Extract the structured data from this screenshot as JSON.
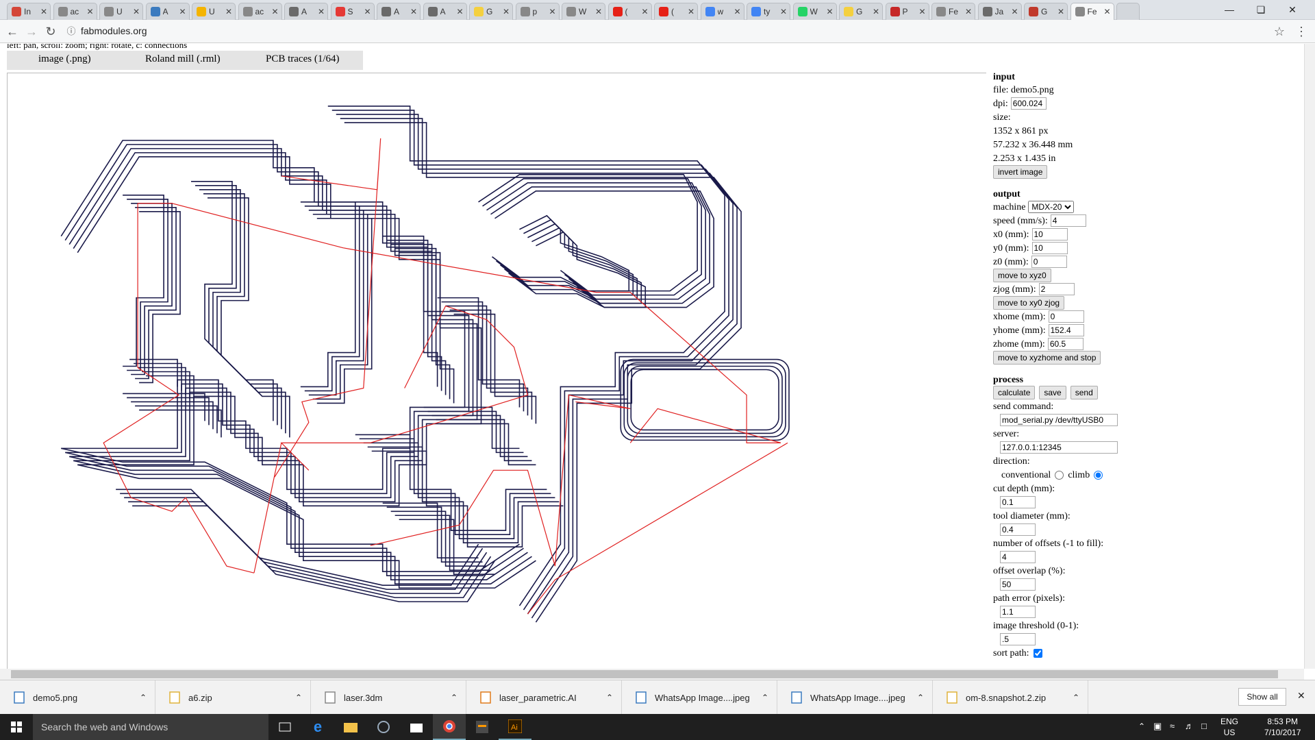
{
  "browser": {
    "tabs": [
      {
        "label": "In",
        "color": "#d44638"
      },
      {
        "label": "ac",
        "color": "#888888"
      },
      {
        "label": "U",
        "color": "#888888"
      },
      {
        "label": "A",
        "color": "#3b7bbf"
      },
      {
        "label": "U",
        "color": "#f4b400"
      },
      {
        "label": "ac",
        "color": "#888888"
      },
      {
        "label": "A",
        "color": "#6a6a6a"
      },
      {
        "label": "S",
        "color": "#e53935"
      },
      {
        "label": "A",
        "color": "#6a6a6a"
      },
      {
        "label": "A",
        "color": "#6a6a6a"
      },
      {
        "label": "G",
        "color": "#f4d03f"
      },
      {
        "label": "p",
        "color": "#888888"
      },
      {
        "label": "W",
        "color": "#888888"
      },
      {
        "label": "(",
        "color": "#e62117"
      },
      {
        "label": "(",
        "color": "#e62117"
      },
      {
        "label": "w",
        "color": "#4285f4"
      },
      {
        "label": "ty",
        "color": "#4285f4"
      },
      {
        "label": "W",
        "color": "#25d366"
      },
      {
        "label": "G",
        "color": "#f4d03f"
      },
      {
        "label": "P",
        "color": "#c62828"
      },
      {
        "label": "Fe",
        "color": "#888888"
      },
      {
        "label": "Ja",
        "color": "#6a6a6a"
      },
      {
        "label": "G",
        "color": "#c0392b"
      },
      {
        "label": "Fe",
        "color": "#888888"
      }
    ],
    "url": "fabmodules.org"
  },
  "page": {
    "top_text": "left: pan, scroll: zoom; right: rotate, c: connections",
    "view_tabs": [
      "image (.png)",
      "Roland mill (.rml)",
      "PCB traces (1/64)"
    ]
  },
  "panel": {
    "input": {
      "heading": "input",
      "file": "file: demo5.png",
      "dpi_label": "dpi:",
      "dpi": "600.024",
      "size_label": "size:",
      "px": "1352 x 861 px",
      "mm": "57.232 x 36.448 mm",
      "in": "2.253 x 1.435 in",
      "invert": "invert image"
    },
    "output": {
      "heading": "output",
      "machine_label": "machine",
      "machine": "MDX-20",
      "speed_label": "speed (mm/s):",
      "speed": "4",
      "x0_label": "x0 (mm):",
      "x0": "10",
      "y0_label": "y0 (mm):",
      "y0": "10",
      "z0_label": "z0 (mm):",
      "z0": "0",
      "move_xyz0": "move to xyz0",
      "zjog_label": "zjog (mm):",
      "zjog": "2",
      "move_xy0": "move to xy0 zjog",
      "xhome_label": "xhome (mm):",
      "xhome": "0",
      "yhome_label": "yhome (mm):",
      "yhome": "152.4",
      "zhome_label": "zhome (mm):",
      "zhome": "60.5",
      "move_home": "move to xyzhome and stop"
    },
    "process": {
      "heading": "process",
      "calculate": "calculate",
      "save": "save",
      "send": "send",
      "send_command_label": "send command:",
      "send_command": "mod_serial.py /dev/ttyUSB0",
      "server_label": "server:",
      "server": "127.0.0.1:12345",
      "direction_label": "direction:",
      "conventional": "conventional",
      "climb": "climb",
      "cut_depth_label": "cut depth (mm):",
      "cut_depth": "0.1",
      "tool_diameter_label": "tool diameter (mm):",
      "tool_diameter": "0.4",
      "offsets_label": "number of offsets (-1 to fill):",
      "offsets": "4",
      "overlap_label": "offset overlap (%):",
      "overlap": "50",
      "path_error_label": "path error (pixels):",
      "path_error": "1.1",
      "threshold_label": "image threshold (0-1):",
      "threshold": ".5",
      "sort_label": "sort path:"
    }
  },
  "downloads": {
    "items": [
      "demo5.png",
      "a6.zip",
      "laser.3dm",
      "laser_parametric.AI",
      "WhatsApp Image....jpeg",
      "WhatsApp Image....jpeg",
      "om-8.snapshot.2.zip"
    ],
    "show_all": "Show all"
  },
  "taskbar": {
    "search": "Search the web and Windows",
    "lang": "ENG",
    "region": "US",
    "time": "8:53 PM",
    "date": "7/10/2017"
  },
  "colors": {
    "trace": "#1a1a4a",
    "rapid": "#e02020"
  }
}
